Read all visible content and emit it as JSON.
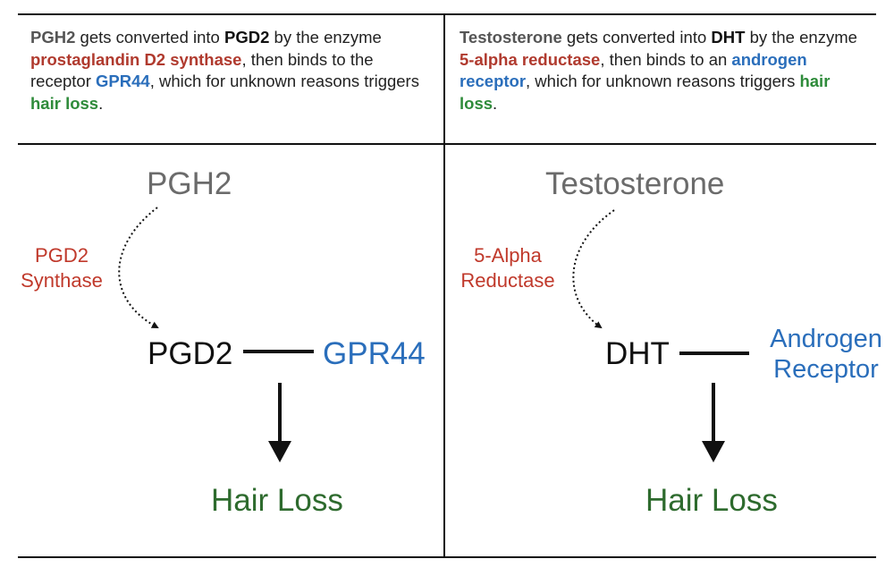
{
  "left": {
    "desc": {
      "p1": "PGH2",
      "p2": " gets converted into ",
      "p3": "PGD2",
      "p4": " by the enzyme ",
      "p5": "prostaglandin D2 synthase",
      "p6": ", then binds to the receptor ",
      "p7": "GPR44",
      "p8": ", which for unknown reasons triggers ",
      "p9": "hair loss",
      "p10": "."
    },
    "source": "PGH2",
    "enzyme_line1": "PGD2",
    "enzyme_line2": "Synthase",
    "product": "PGD2",
    "receptor": "GPR44",
    "outcome": "Hair Loss"
  },
  "right": {
    "desc": {
      "p1": "Testosterone",
      "p2": " gets converted into ",
      "p3": "DHT",
      "p4": " by the enzyme ",
      "p5": "5-alpha reductase",
      "p6": ", then binds to an ",
      "p7": "androgen receptor",
      "p8": ", which for unknown reasons triggers ",
      "p9": "hair loss",
      "p10": "."
    },
    "source": "Testosterone",
    "enzyme_line1": "5-Alpha",
    "enzyme_line2": "Reductase",
    "product": "DHT",
    "receptor_line1": "Androgen",
    "receptor_line2": "Receptor",
    "outcome": "Hair Loss"
  },
  "colors": {
    "enzyme": "#c0392b",
    "receptor": "#2a6ebb",
    "outcome": "#2e6b2e",
    "source": "#6b6b6b"
  }
}
